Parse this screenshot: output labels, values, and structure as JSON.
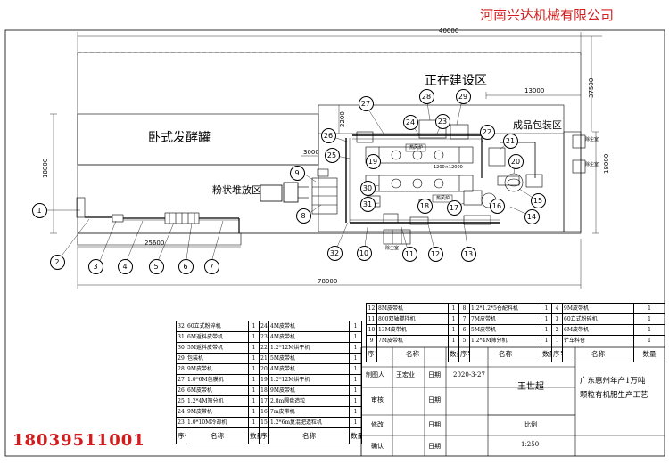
{
  "header": {
    "company": "河南兴达机械有限公司"
  },
  "contact": {
    "phone": "18039511001"
  },
  "areas": {
    "fermenter": "卧式发酵罐",
    "construction": "正在建设区",
    "packaging": "成品包装区",
    "powder_storage": "粉状堆放区"
  },
  "dimensions": {
    "overall_width": "40000",
    "base_width": "78000",
    "line_length": "25600",
    "height_left": "18000",
    "height_right": "18000",
    "height_top_right": "37500",
    "section_width": "13000",
    "offset_a": "3000",
    "offset_b": "2200"
  },
  "small_labels": {
    "dust_room_1": "除尘室",
    "dust_room_2": "除尘室",
    "dust_room_3": "除尘室",
    "hot_stove_1": "热风炉",
    "hot_stove_2": "热风炉",
    "dryer_marking": "1200×12000"
  },
  "callouts": [
    "1",
    "2",
    "3",
    "4",
    "5",
    "6",
    "7",
    "8",
    "9",
    "10",
    "11",
    "12",
    "13",
    "14",
    "15",
    "16",
    "17",
    "18",
    "19",
    "20",
    "21",
    "22",
    "23",
    "24",
    "25",
    "26",
    "27",
    "28",
    "29",
    "30",
    "31",
    "32"
  ],
  "bom_left": {
    "headers": [
      "序号",
      "名称",
      "数量",
      "序号",
      "名称",
      "数量"
    ],
    "rows": [
      [
        "32",
        "60立式粉碎机",
        "1",
        "24",
        "4M皮带机",
        "1"
      ],
      [
        "31",
        "6M返料皮带机",
        "1",
        "23",
        "4M皮带机",
        "1"
      ],
      [
        "30",
        "5M返料皮带机",
        "1",
        "22",
        "1.2*12M烘干机",
        "1"
      ],
      [
        "29",
        "包装机",
        "1",
        "21",
        "5M皮带机",
        "1"
      ],
      [
        "28",
        "9M皮带机",
        "1",
        "20",
        "4M皮带机",
        "1"
      ],
      [
        "27",
        "1.0*6M包膜机",
        "1",
        "19",
        "1.2*12M烘干机",
        "1"
      ],
      [
        "26",
        "6M皮带机",
        "1",
        "18",
        "9M皮带机",
        "1"
      ],
      [
        "25",
        "1.2*4M筛分机",
        "1",
        "17",
        "2.8m圆盘造粒",
        "1"
      ],
      [
        "24",
        "9M皮带机",
        "1",
        "16",
        "7m皮带机",
        "1"
      ],
      [
        "23",
        "1.0*10M冷却机",
        "1",
        "15",
        "1.2*6m复混肥造粒机",
        "1"
      ]
    ]
  },
  "bom_right": {
    "headers": [
      "序号",
      "名称",
      "数量",
      "序号",
      "名称",
      "数量",
      "序号",
      "名称",
      "数量"
    ],
    "rows": [
      [
        "12",
        "8M皮带机",
        "1",
        "8",
        "1.2*1.2*5仓配料机",
        "1",
        "4",
        "9M皮带机",
        "1"
      ],
      [
        "11",
        "800双轴搅拌机",
        "1",
        "7",
        "7M皮带机",
        "1",
        "3",
        "60立式粉碎机",
        "1"
      ],
      [
        "10",
        "13M皮带机",
        "1",
        "6",
        "5M皮带机",
        "1",
        "2",
        "6M皮带机",
        "1"
      ],
      [
        "9",
        "7M皮带机",
        "1",
        "5",
        "1.2*4M筛分机",
        "1",
        "1",
        "铲车料仓",
        "1"
      ]
    ]
  },
  "title_block": {
    "drawn_label": "制图人",
    "drawn_name": "王宏业",
    "date_label_1": "日期",
    "date_value": "2020-3-27",
    "review_label": "审核",
    "date_label_2": "日期",
    "revise_label": "修改",
    "date_label_3": "日期",
    "confirm_label": "确认",
    "date_label_4": "日期",
    "client": "王世超",
    "scale_label": "比例",
    "scale_value": "1:250",
    "project_line1": "广东惠州年产1万吨",
    "project_line2": "颗粒有机肥生产工艺"
  }
}
